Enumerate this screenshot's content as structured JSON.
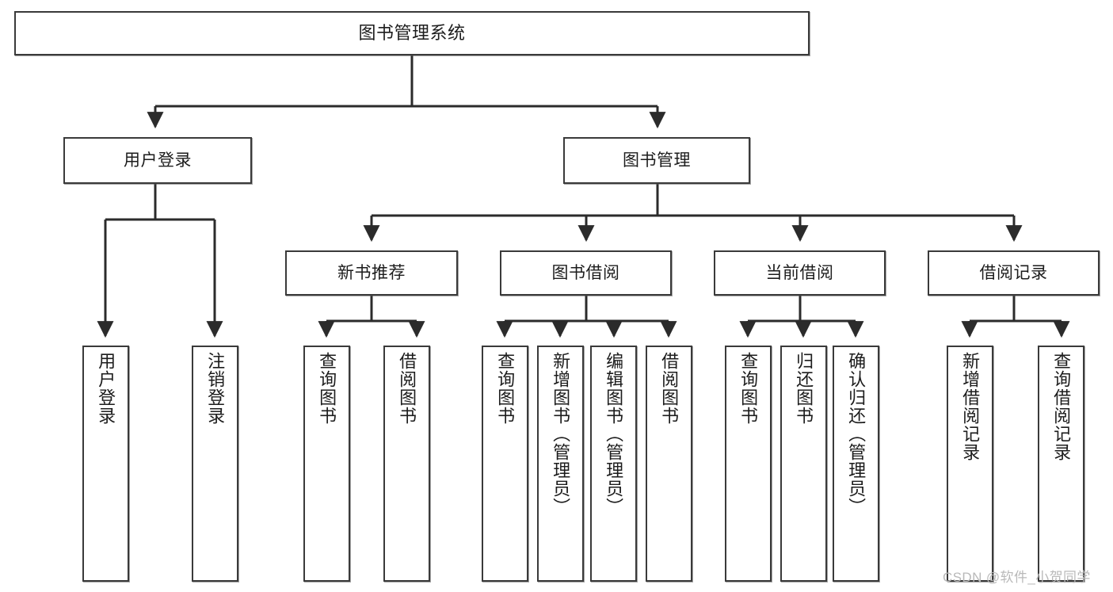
{
  "diagram": {
    "title": "图书管理系统",
    "type": "function-structure-tree",
    "colors": {
      "node_border": "#3a3a3a",
      "node_fill": "#ffffff",
      "edge": "#2b2b2b",
      "canvas": "#ffffff",
      "watermark": "#b9b9b9"
    },
    "root": {
      "label": "图书管理系统"
    },
    "level1": [
      {
        "label": "用户登录"
      },
      {
        "label": "图书管理"
      }
    ],
    "level2": [
      {
        "label": "新书推荐"
      },
      {
        "label": "图书借阅"
      },
      {
        "label": "当前借阅"
      },
      {
        "label": "借阅记录"
      }
    ],
    "leaves_user_login": [
      {
        "label": "用户登录"
      },
      {
        "label": "注销登录"
      }
    ],
    "leaves_new_book": [
      {
        "label": "查询图书"
      },
      {
        "label": "借阅图书"
      }
    ],
    "leaves_borrow": [
      {
        "label": "查询图书"
      },
      {
        "label": "新增图书（管理员）"
      },
      {
        "label": "编辑图书（管理员）"
      },
      {
        "label": "借阅图书"
      }
    ],
    "leaves_current": [
      {
        "label": "查询图书"
      },
      {
        "label": "归还图书"
      },
      {
        "label": "确认归还（管理员）"
      }
    ],
    "leaves_records": [
      {
        "label": "新增借阅记录"
      },
      {
        "label": "查询借阅记录"
      }
    ]
  },
  "watermark": {
    "text": "CSDN @软件_小贺同学"
  }
}
